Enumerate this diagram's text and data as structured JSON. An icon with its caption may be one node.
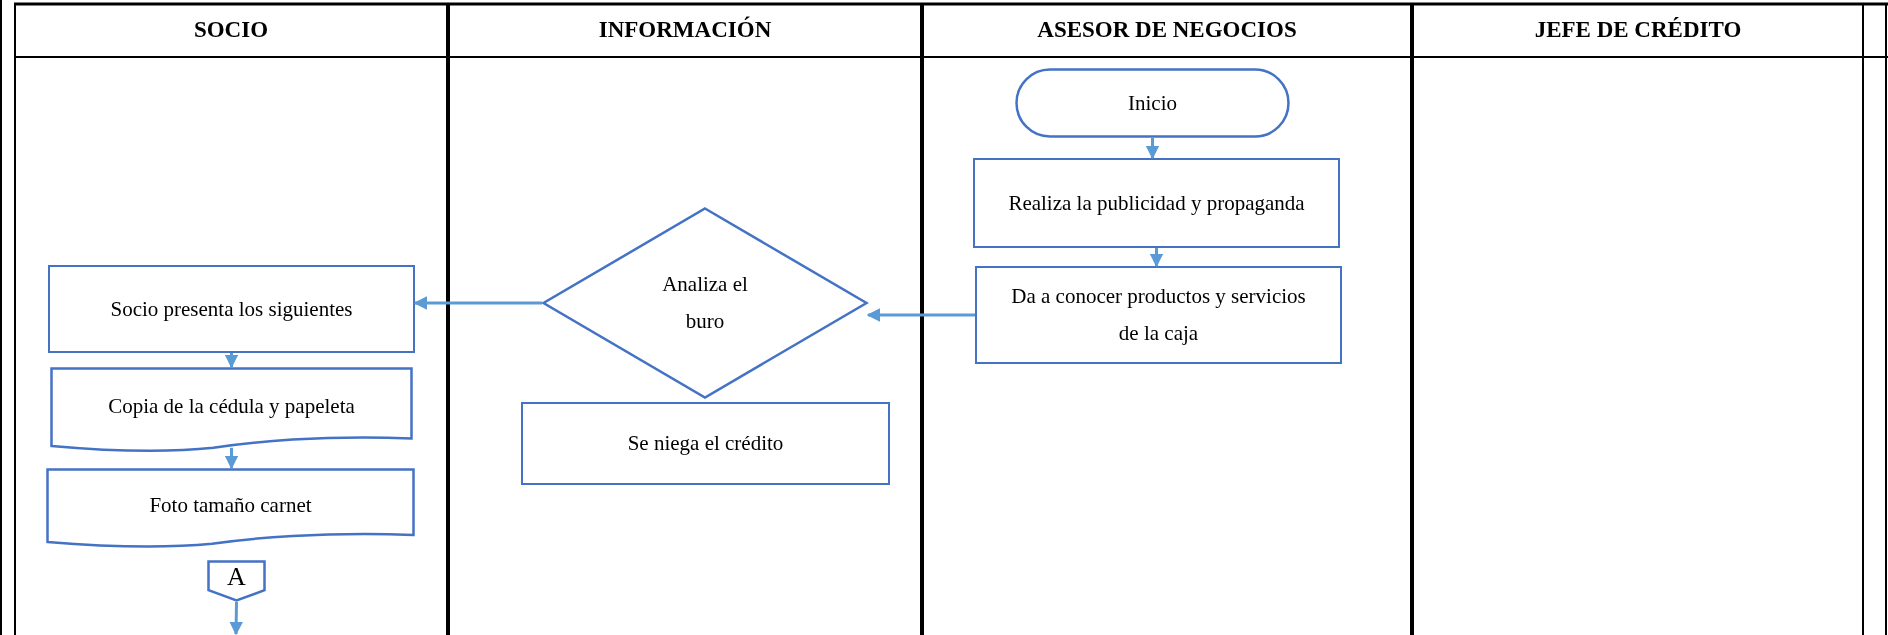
{
  "diagram": {
    "nodes": [
      {
        "text": [
          "SOCIO"
        ]
      },
      {
        "text": [
          "INFORMACIÓN"
        ]
      },
      {
        "text": [
          "ASESOR DE NEGOCIOS"
        ]
      },
      {
        "text": [
          "JEFE DE CRÉDITO"
        ]
      },
      {
        "text": [
          "Inicio"
        ],
        "in": 2
      },
      {
        "text": [
          "Realiza la publicidad y propaganda"
        ],
        "in": 2
      },
      {
        "text": [
          "Da a conocer productos y servicios de la caja"
        ],
        "in": 2
      },
      {
        "text": [
          "Analiza el buro"
        ],
        "in": 1
      },
      {
        "text": [
          "Se niega el crédito"
        ],
        "in": 1
      },
      {
        "text": [
          "Socio presenta los siguientes"
        ],
        "in": 0
      },
      {
        "text": [
          "Copia de la cédula y papeleta"
        ],
        "in": 0
      },
      {
        "text": [
          "Foto tamaño carnet"
        ],
        "in": 0
      },
      {
        "text": [
          "A"
        ],
        "in": 0
      }
    ],
    "edges": [
      {
        "from": 4,
        "to": 5,
        "arrow": "to"
      },
      {
        "from": 5,
        "to": 6,
        "arrow": "to"
      },
      {
        "from": 6,
        "to": 7,
        "arrow": "to"
      },
      {
        "from": 7,
        "to": 9,
        "arrow": "to"
      },
      {
        "from": 9,
        "to": 10,
        "arrow": "to"
      },
      {
        "from": 10,
        "to": 11,
        "arrow": "to"
      },
      {
        "from": 12,
        "to": null,
        "arrow": "to"
      }
    ]
  }
}
